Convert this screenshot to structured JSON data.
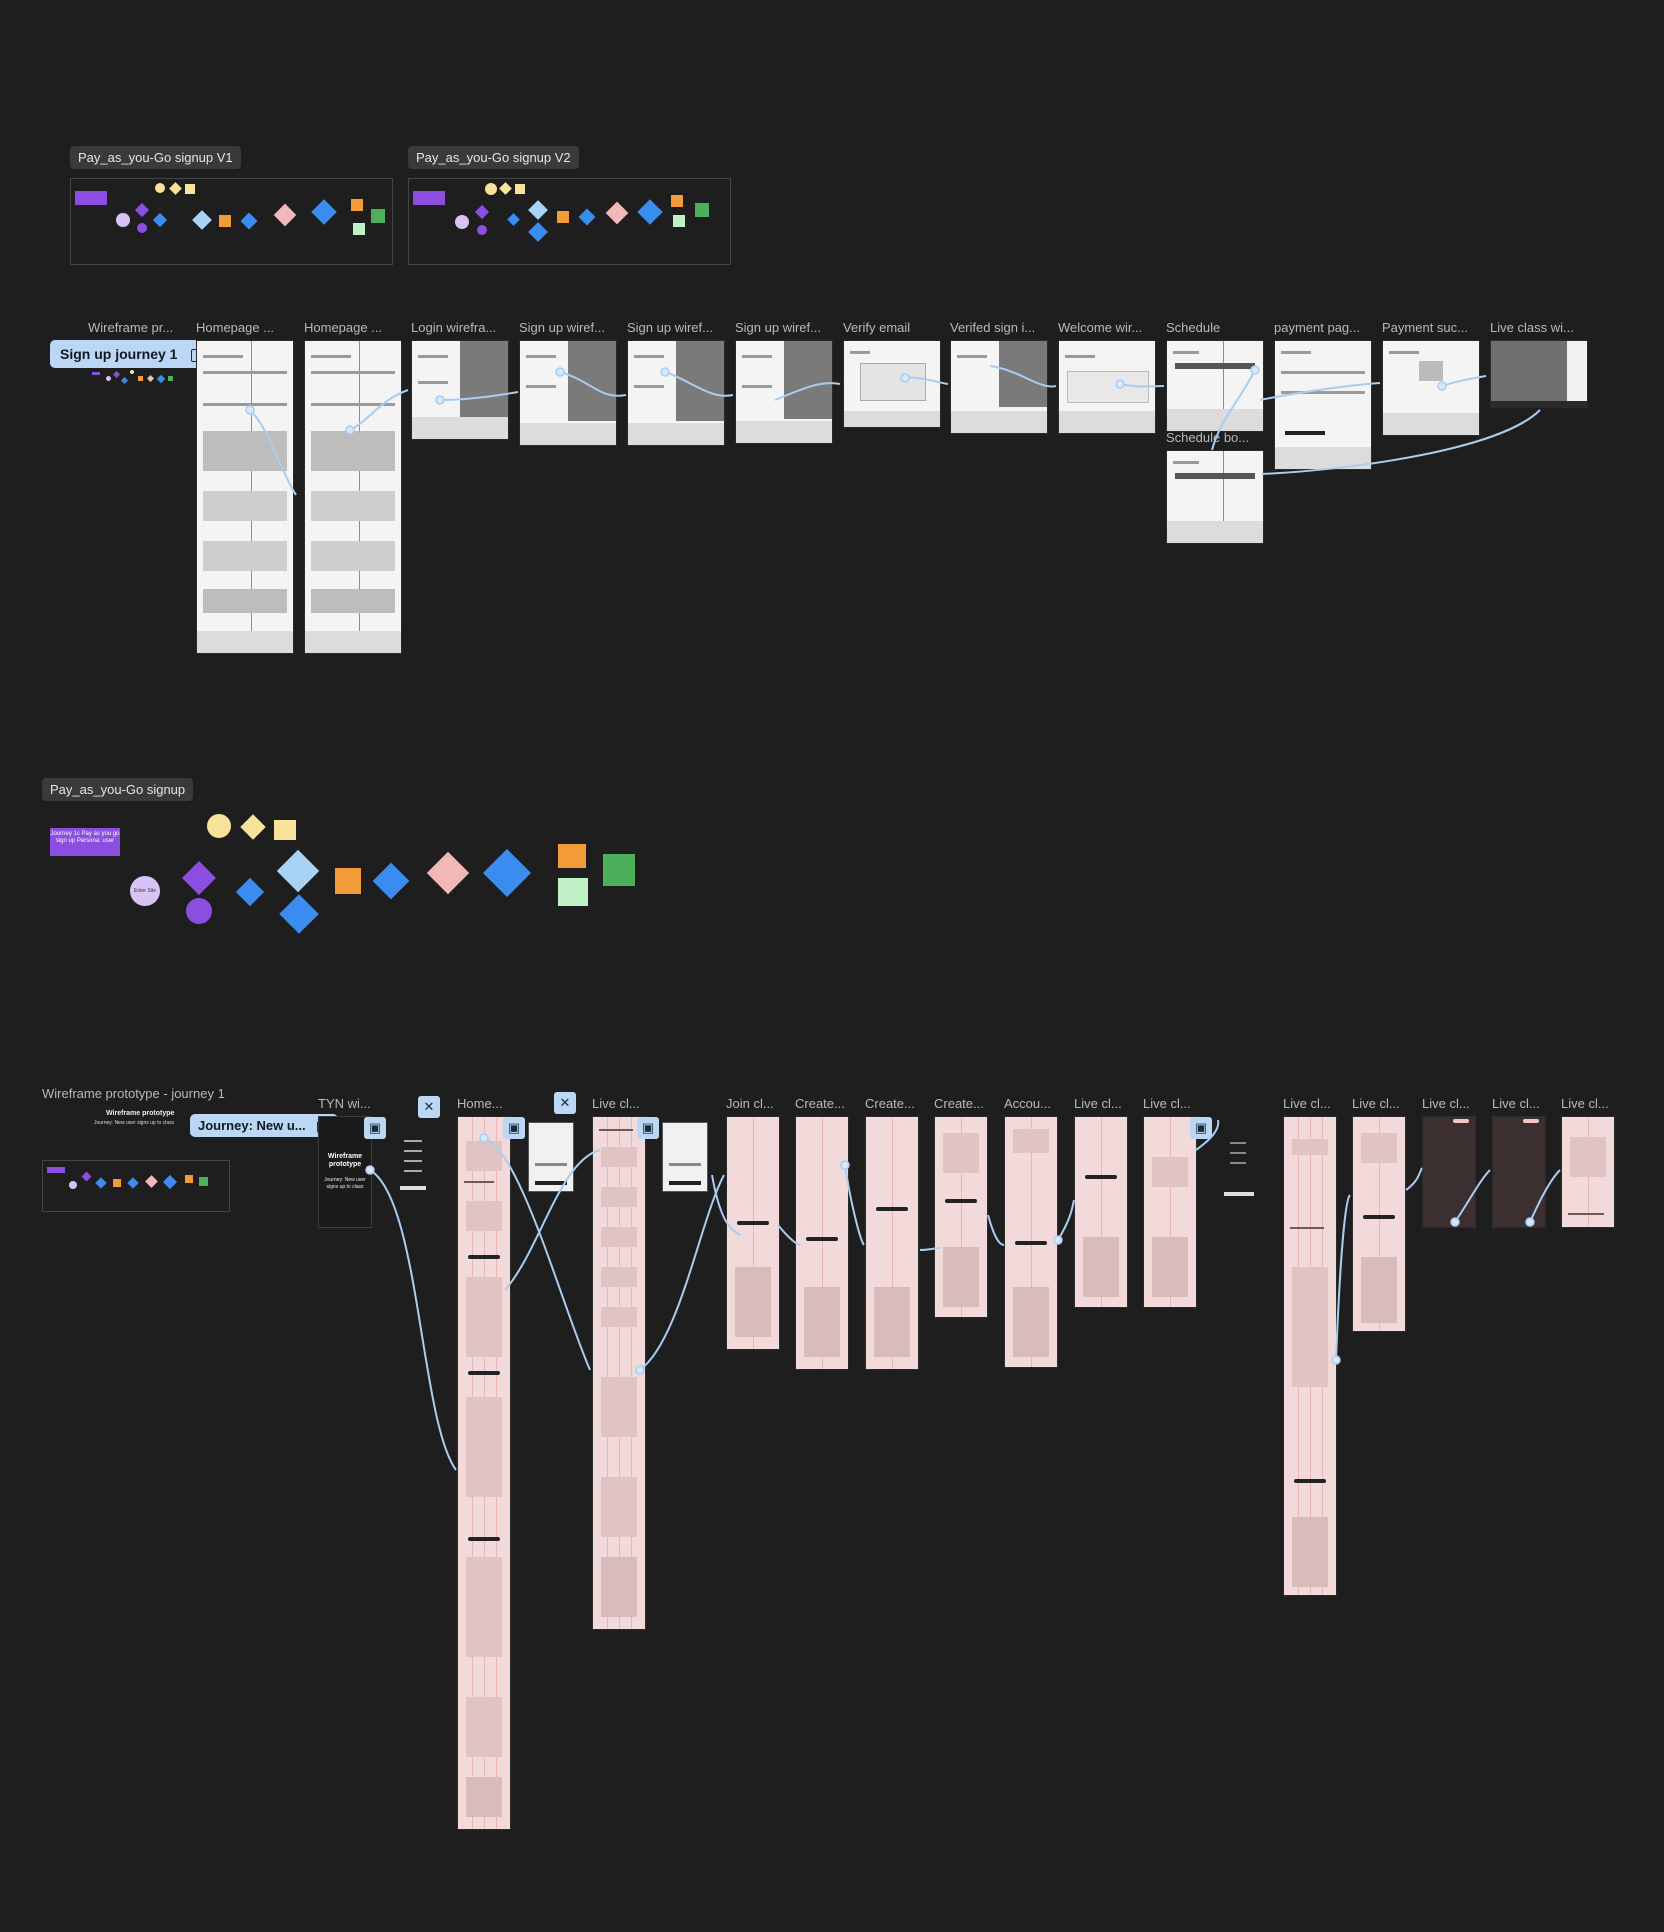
{
  "sections": {
    "v1_label": "Pay_as_you-Go signup V1",
    "v2_label": "Pay_as_you-Go signup V2",
    "main_label": "Pay_as_you-Go signup",
    "proto_label": "Wireframe prototype - journey 1"
  },
  "flow1": {
    "button_label": "Sign up journey 1",
    "frames": [
      "Wireframe pr...",
      "Homepage ...",
      "Homepage ...",
      "Login wirefra...",
      "Sign up wiref...",
      "Sign up wiref...",
      "Sign up wiref...",
      "Verify email",
      "Verifed sign i...",
      "Welcome wir...",
      "Schedule",
      "payment pag...",
      "Payment suc...",
      "Live class wi...",
      "Schedule bo..."
    ]
  },
  "flowchart": {
    "persona": "Journey 1c Pay as you go sign up Persona: user",
    "start": "Enter Site"
  },
  "flow2": {
    "button_label": "Journey: New u...",
    "cover_title": "Wireframe prototype",
    "cover_sub": "Journey: New user signs up to class",
    "frames": [
      "TYN wi...",
      "Home...",
      "Live cl...",
      "Join cl...",
      "Create...",
      "Create...",
      "Create...",
      "Accou...",
      "Live cl...",
      "Live cl...",
      "Live cl...",
      "Live cl...",
      "Live cl...",
      "Live cl...",
      "Live cl..."
    ]
  },
  "colors": {
    "canvas": "#1e1e1e",
    "link": "#a9cdf0",
    "purple": "#8b4ee0",
    "blue": "#3b8cf0",
    "pink": "#f2b8b8",
    "orange": "#f29b38",
    "green": "#4caf5c",
    "yellow": "#f9e39a"
  }
}
